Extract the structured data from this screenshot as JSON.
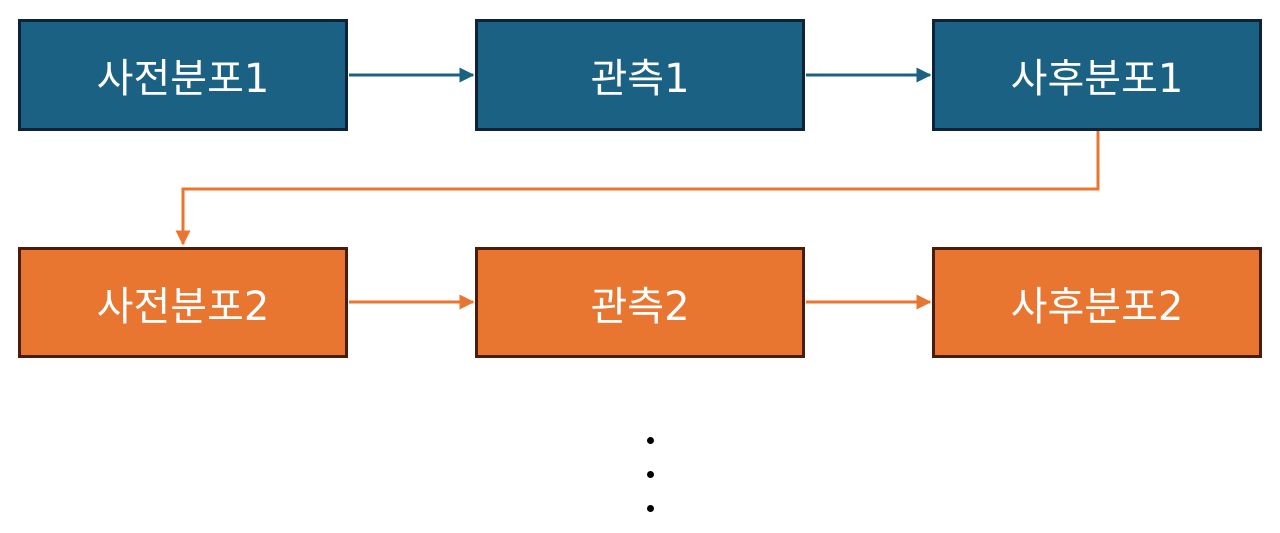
{
  "rows": [
    {
      "color": "#1b6183",
      "boxes": [
        "사전분포1",
        "관측1",
        "사후분포1"
      ]
    },
    {
      "color": "#e97630",
      "boxes": [
        "사전분포2",
        "관측2",
        "사후분포2"
      ]
    }
  ],
  "connector_colors": {
    "row1": "#1b6183",
    "row2": "#e97630"
  },
  "continuation": "⋮"
}
